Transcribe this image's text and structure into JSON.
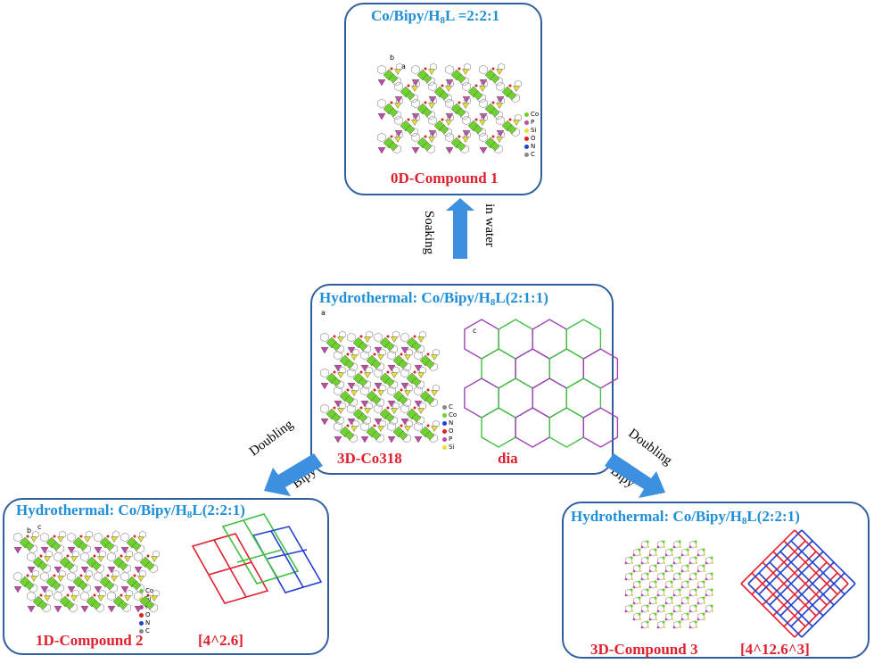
{
  "top": {
    "title_prefix": "Co/Bipy/H",
    "title_sub": "8",
    "title_suffix": "L =2:2:1",
    "label": "0D-Compound 1",
    "axis_b": "b",
    "axis_a": "a",
    "legend": [
      "Co",
      "P",
      "Si",
      "O",
      "N",
      "C"
    ]
  },
  "arrow_up": {
    "left": "Soaking",
    "right": "in water"
  },
  "middle": {
    "title_prefix": "Hydrothermal: Co/Bipy/H",
    "title_sub": "8",
    "title_suffix": "L(2:1:1)",
    "label_left": "3D-Co318",
    "label_right": "dia",
    "axis_a": "a",
    "axis_c": "c",
    "legend": [
      "C",
      "Co",
      "N",
      "O",
      "P",
      "Si"
    ]
  },
  "arrow_left": {
    "top": "Doubling",
    "bottom": "Bipy"
  },
  "arrow_right": {
    "top": "Doubling",
    "bottom": "Bipy"
  },
  "bottom_left": {
    "title_prefix": "Hydrothermal: Co/Bipy/H",
    "title_sub": "8",
    "title_suffix": "L(2:2:1)",
    "label_left": "1D-Compound 2",
    "label_right": "[4^2.6]",
    "axis_b": "b",
    "axis_c": "c",
    "legend": [
      "Co",
      "Si",
      "P",
      "O",
      "N",
      "C"
    ]
  },
  "bottom_right": {
    "title_prefix": "Hydrothermal: Co/Bipy/H",
    "title_sub": "8",
    "title_suffix": "L(2:2:1)",
    "label_left": "3D-Compound 3",
    "label_right": "[4^12.6^3]"
  },
  "colors": {
    "border": "#2f5f9e",
    "title": "#1f8fd8",
    "label": "#e0202e",
    "arrow": "#3d8fe0",
    "green_poly": "#6fd12f",
    "magenta_poly": "#c04aa8",
    "yellow_poly": "#e8e030",
    "net_purple": "#a040b8",
    "net_green": "#40c040",
    "net_red": "#e0202e",
    "net_blue": "#2040d0"
  }
}
